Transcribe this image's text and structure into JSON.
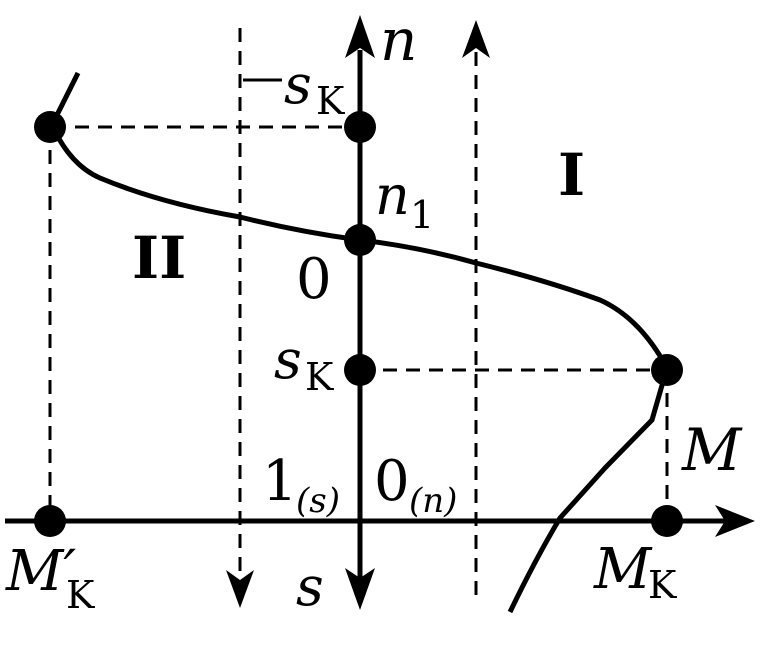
{
  "labels": {
    "n_axis": "n",
    "s_axis": "s",
    "m_axis": "M",
    "n1": "n",
    "n1_sub": "1",
    "zero": "0",
    "s_k_top": "s",
    "s_k_top_sub": "K",
    "s_k_mid": "s",
    "s_k_mid_sub": "K",
    "m_k": "M",
    "m_k_sub": "K",
    "m_k_prime": "M′",
    "m_k_prime_sub": "K",
    "one_s": "1",
    "one_s_sub": "(s)",
    "zero_n": "0",
    "zero_n_sub": "(n)",
    "region_one": "I",
    "region_two": "II"
  },
  "colors": {
    "ink": "#000000",
    "background": "#ffffff"
  }
}
